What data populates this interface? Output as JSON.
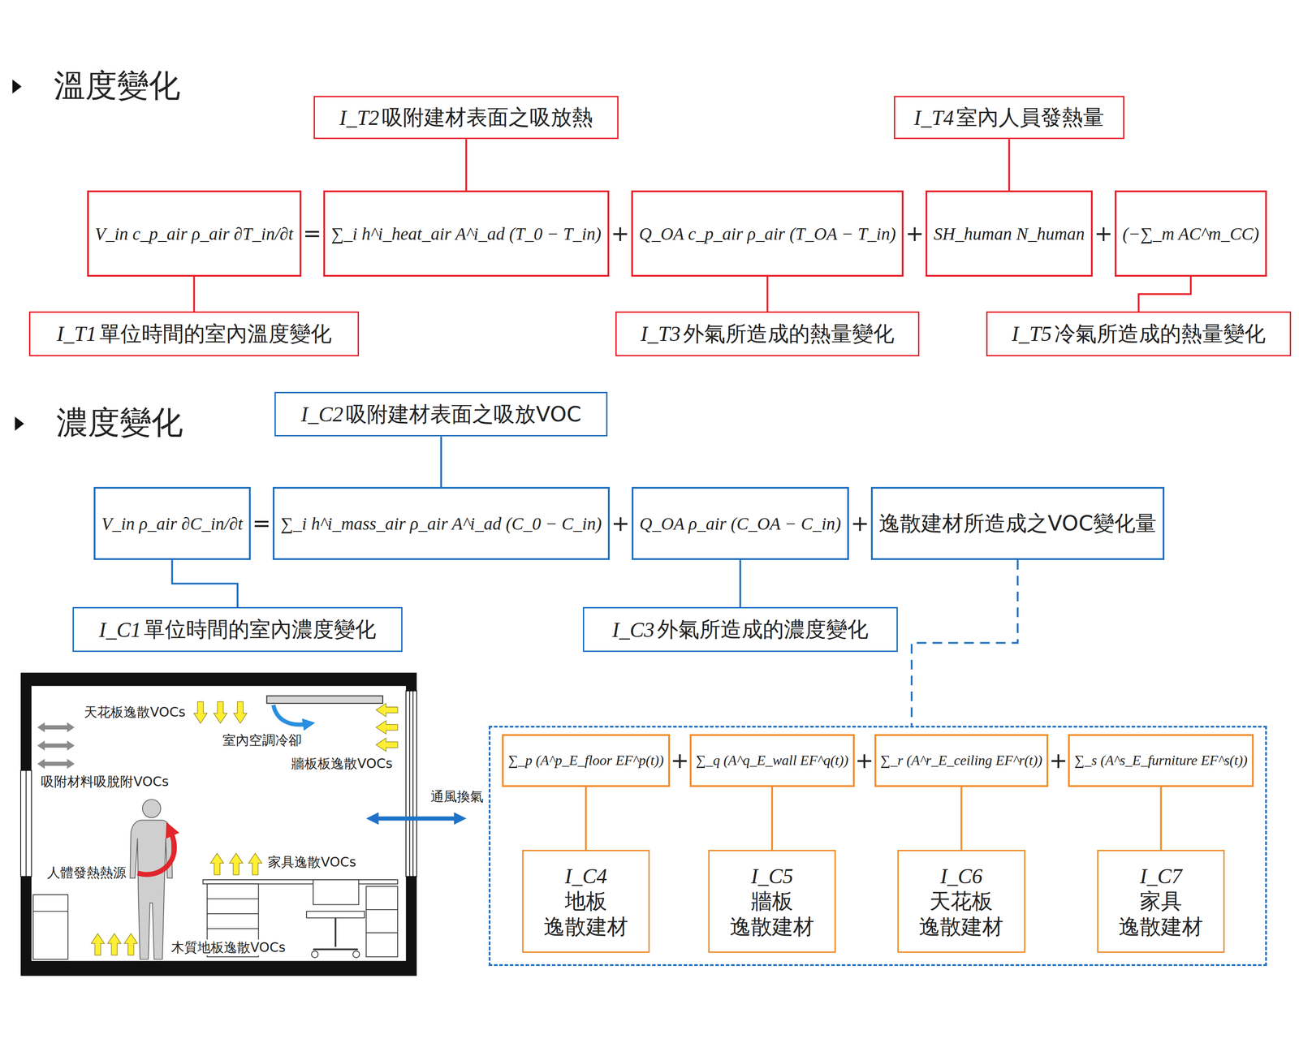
{
  "diagram": {
    "nodes": [
      {
        "text": [
          "V_in c_p_air ρ_air ∂T_in/∂t"
        ]
      },
      {
        "text": [
          "∑_i h^i_heat_air A^i_ad (T_0 − T_in)"
        ]
      },
      {
        "text": [
          "Q_OA c_p_air ρ_air (T_OA − T_in)"
        ]
      },
      {
        "text": [
          "SH_human N_human"
        ]
      },
      {
        "text": [
          "(−∑_m AC^m_CC)"
        ]
      },
      {
        "text": [
          "I_T1",
          "單位時間的室內溫度變化"
        ]
      },
      {
        "text": [
          "I_T2",
          "吸附建材表面之吸放熱"
        ]
      },
      {
        "text": [
          "I_T3",
          "外氣所造成的熱量變化"
        ]
      },
      {
        "text": [
          "I_T4",
          "室內人員發熱量"
        ]
      },
      {
        "text": [
          "I_T5",
          "冷氣所造成的熱量變化"
        ]
      },
      {
        "text": [
          "V_in ρ_air ∂C_in/∂t"
        ]
      },
      {
        "text": [
          "∑_i h^i_mass_air ρ_air A^i_ad (C_0 − C_in)"
        ]
      },
      {
        "text": [
          "Q_OA ρ_air (C_OA − C_in)"
        ]
      },
      {
        "text": [
          "逸散建材所造成之VOC變化量"
        ]
      },
      {
        "text": [
          "I_C1",
          "單位時間的室內濃度變化"
        ]
      },
      {
        "text": [
          "I_C2",
          "吸附建材表面之吸放VOC"
        ]
      },
      {
        "text": [
          "I_C3",
          "外氣所造成的濃度變化"
        ]
      },
      {
        "text": []
      },
      {
        "text": [
          "∑_p (A^p_E_floor EF^p(t))"
        ],
        "in": 17
      },
      {
        "text": [
          "∑_q (A^q_E_wall EF^q(t))"
        ],
        "in": 17
      },
      {
        "text": [
          "∑_r (A^r_E_ceiling EF^r(t))"
        ],
        "in": 17
      },
      {
        "text": [
          "∑_s (A^s_E_furniture EF^s(t))"
        ],
        "in": 17
      },
      {
        "text": [
          "I_C4",
          "地板 逸散建材"
        ],
        "in": 17
      },
      {
        "text": [
          "I_C5",
          "牆板 逸散建材"
        ],
        "in": 17
      },
      {
        "text": [
          "I_C6",
          "天花板 逸散建材"
        ],
        "in": 17
      },
      {
        "text": [
          "I_C7",
          "家具 逸散建材"
        ],
        "in": 17
      }
    ],
    "edges": [
      {
        "from": 0,
        "to": 5,
        "arrow": "none"
      },
      {
        "from": 1,
        "to": 6,
        "arrow": "none"
      },
      {
        "from": 2,
        "to": 7,
        "arrow": "none"
      },
      {
        "from": 3,
        "to": 8,
        "arrow": "none"
      },
      {
        "from": 4,
        "to": 9,
        "arrow": "none"
      },
      {
        "from": 10,
        "to": 14,
        "arrow": "none"
      },
      {
        "from": 11,
        "to": 15,
        "arrow": "none"
      },
      {
        "from": 12,
        "to": 16,
        "arrow": "none"
      },
      {
        "from": 13,
        "to": 17,
        "arrow": "none"
      },
      {
        "from": 18,
        "to": 22,
        "arrow": "none"
      },
      {
        "from": 19,
        "to": 23,
        "arrow": "none"
      },
      {
        "from": 20,
        "to": 24,
        "arrow": "none"
      },
      {
        "from": 21,
        "to": 25,
        "arrow": "none"
      }
    ],
    "labels": [
      "溫度變化",
      "=",
      "+",
      "+",
      "+",
      "濃度變化",
      "=",
      "+",
      "+",
      "+",
      "+",
      "+",
      "天花板逸散VOCs",
      "室內空調冷卻",
      "牆板板逸散VOCs",
      "吸附材料吸脫附VOCs",
      "人體發熱熱源",
      "家具逸散VOCs",
      "木質地板逸散VOCs",
      "通風換氣"
    ]
  }
}
